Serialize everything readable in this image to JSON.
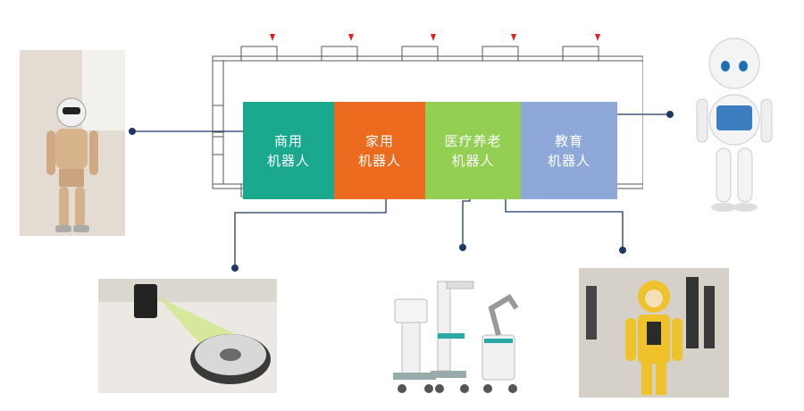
{
  "zones": [
    {
      "id": "commercial",
      "label": "商用\n机器人",
      "color": "#1aa88e"
    },
    {
      "id": "household",
      "label": "家用\n机器人",
      "color": "#ec6b1f"
    },
    {
      "id": "medical",
      "label": "医疗养老\n机器人",
      "color": "#92cf52"
    },
    {
      "id": "education",
      "label": "教育\n机器人",
      "color": "#8ea9d9"
    }
  ],
  "photos": [
    {
      "id": "humanoid-service-robot",
      "depicts": "humanoid service robot"
    },
    {
      "id": "robot-vacuum",
      "depicts": "robot vacuum cleaner"
    },
    {
      "id": "medical-robot-arm",
      "depicts": "medical robotic arm carts"
    },
    {
      "id": "education-robot",
      "depicts": "white education robot with tablet"
    },
    {
      "id": "yellow-robot-exhibit",
      "depicts": "yellow robot at exhibition"
    }
  ],
  "colors": {
    "line": "#1f3864",
    "floor_lines": "#555555",
    "entrance_arrow": "#e02020"
  }
}
